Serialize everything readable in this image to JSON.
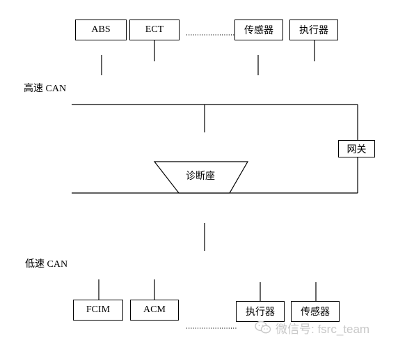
{
  "high_speed_bus": {
    "label": "高速 CAN",
    "nodes": [
      {
        "name": "ABS"
      },
      {
        "name": "ECT"
      },
      {
        "name": "传感器"
      },
      {
        "name": "执行器"
      }
    ]
  },
  "low_speed_bus": {
    "label": "低速 CAN",
    "nodes": [
      {
        "name": "FCIM"
      },
      {
        "name": "ACM"
      },
      {
        "name": "执行器"
      },
      {
        "name": "传感器"
      }
    ]
  },
  "gateway": {
    "label": "网关"
  },
  "diagnostic_socket": {
    "label": "诊断座"
  },
  "watermark": {
    "text": "微信号: fsrc_team"
  },
  "colors": {
    "line": "#000000",
    "watermark": "#c8c8c8"
  }
}
